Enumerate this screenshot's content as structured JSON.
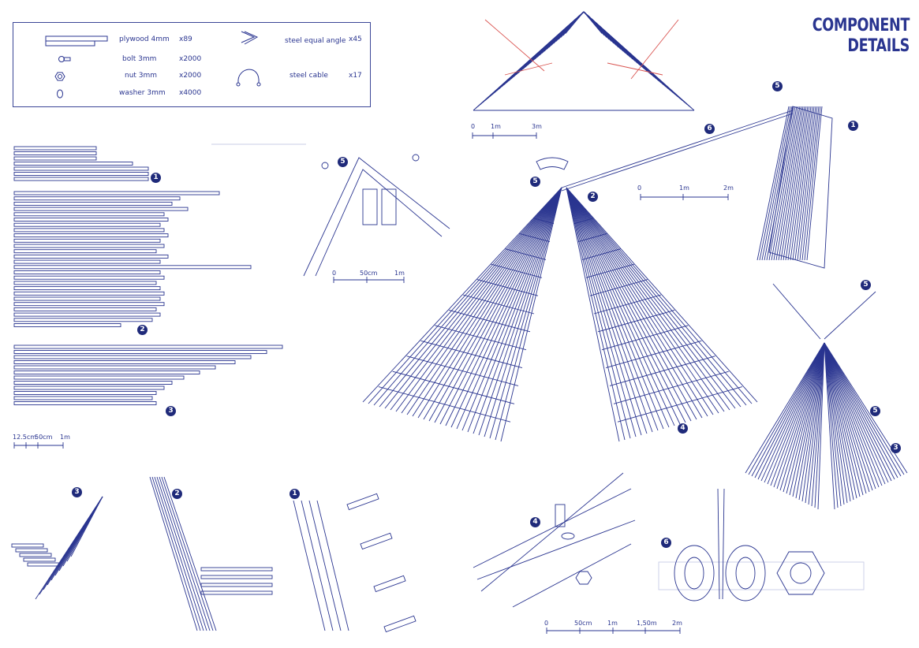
{
  "title": {
    "line1": "COMPONENT",
    "line2": "DETAILS"
  },
  "legend": {
    "items": [
      {
        "name": "plywood 4mm",
        "qty": "x89",
        "icon": "plank-icon"
      },
      {
        "name": "bolt 3mm",
        "qty": "x2000",
        "icon": "bolt-icon"
      },
      {
        "name": "nut 3mm",
        "qty": "x2000",
        "icon": "nut-icon"
      },
      {
        "name": "washer 3mm",
        "qty": "x4000",
        "icon": "washer-icon"
      },
      {
        "name": "steel equal angle",
        "qty": "x45",
        "icon": "angle-icon"
      },
      {
        "name": "steel cable",
        "qty": "x17",
        "icon": "cable-icon"
      }
    ]
  },
  "scales": {
    "planks": [
      "12.5cm",
      "50cm",
      "1m"
    ],
    "angle_detail": [
      "0",
      "50cm",
      "1m"
    ],
    "overview": [
      "0",
      "1m",
      "3m"
    ],
    "module": [
      "0",
      "1m",
      "2m"
    ],
    "bolt_detail": [
      "0",
      "50cm",
      "1m",
      "1,50m",
      "2m"
    ]
  },
  "badges": [
    "1",
    "2",
    "3",
    "5",
    "5",
    "2",
    "6",
    "1",
    "5",
    "5",
    "4",
    "5",
    "3",
    "3",
    "2",
    "1",
    "4",
    "6"
  ],
  "colors": {
    "ink": "#2a3590",
    "badge": "#1f2a7a",
    "cable": "#d9534f"
  }
}
